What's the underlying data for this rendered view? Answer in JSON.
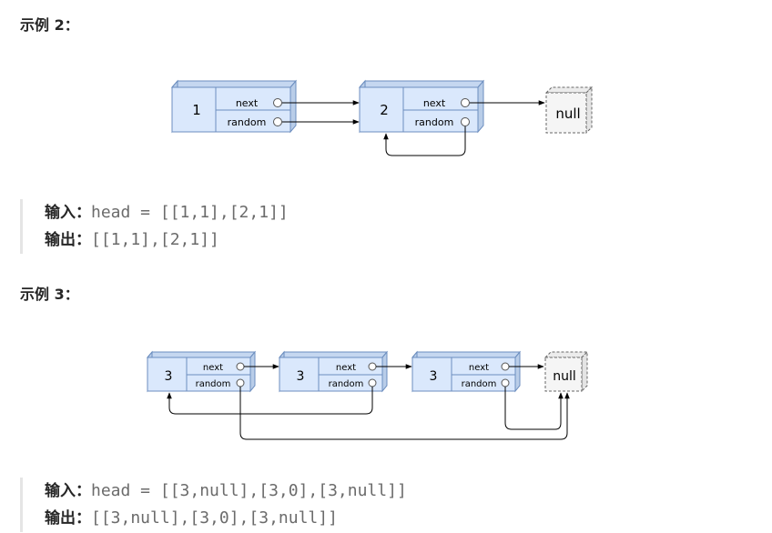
{
  "example2": {
    "heading": "示例 2：",
    "nodes": [
      {
        "value": "1",
        "next_label": "next",
        "random_label": "random"
      },
      {
        "value": "2",
        "next_label": "next",
        "random_label": "random"
      }
    ],
    "null_label": "null",
    "input_label": "输入：",
    "input_value": "head = [[1,1],[2,1]]",
    "output_label": "输出：",
    "output_value": "[[1,1],[2,1]]"
  },
  "example3": {
    "heading": "示例 3：",
    "nodes": [
      {
        "value": "3",
        "next_label": "next",
        "random_label": "random"
      },
      {
        "value": "3",
        "next_label": "next",
        "random_label": "random"
      },
      {
        "value": "3",
        "next_label": "next",
        "random_label": "random"
      }
    ],
    "null_label": "null",
    "input_label": "输入：",
    "input_value": "head = [[3,null],[3,0],[3,null]]",
    "output_label": "输出：",
    "output_value": "[[3,null],[3,0],[3,null]]"
  },
  "colors": {
    "node_fill": "#dae8fc",
    "node_stroke": "#6c8ebf",
    "null_fill": "#f5f5f5",
    "null_stroke": "#666666"
  }
}
